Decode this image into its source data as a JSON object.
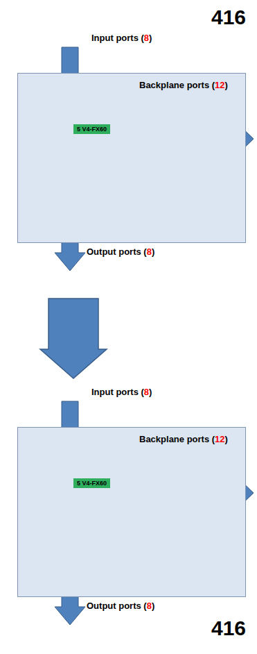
{
  "diagram": {
    "nodes": [
      {
        "text": [
          "Backplane ports (12)"
        ]
      },
      {
        "text": [
          "5 V4-FX60"
        ],
        "in": 0
      },
      {
        "text": [
          "Backplane ports (12)"
        ]
      },
      {
        "text": [
          "5 V4-FX60"
        ],
        "in": 2
      }
    ],
    "edges": [
      {
        "from": 0,
        "to": 2,
        "arrow": "to"
      }
    ],
    "labels": [
      "416",
      "Input ports (8)",
      "Output ports (8)",
      "Input ports (8)",
      "Output ports (8)",
      "416"
    ]
  }
}
